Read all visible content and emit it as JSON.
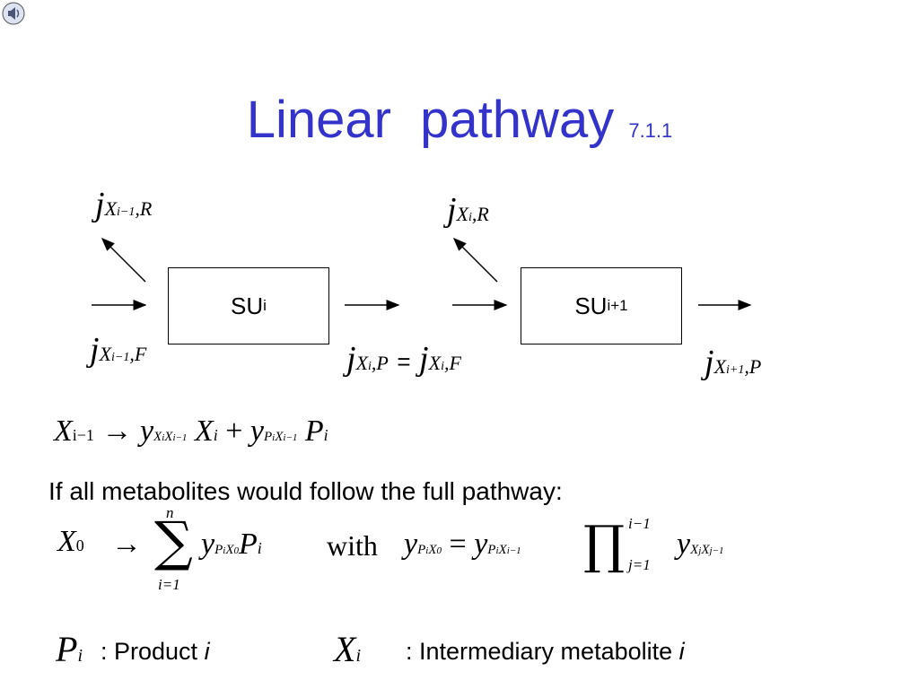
{
  "slide": {
    "title": "Linear  pathway",
    "title_number": "7.1.1",
    "speaker_icon": "speaker-icon",
    "box1": {
      "label": "SU",
      "sub": "i"
    },
    "box2": {
      "label": "SU",
      "sub": "i+1"
    },
    "flux_labels": {
      "j": "j",
      "top_left": {
        "main": "X",
        "sub_idx": "i−1",
        "tail": ",R"
      },
      "top_right": {
        "main": "X",
        "sub_idx": "i",
        "tail": ",R"
      },
      "bottom_left": {
        "main": "X",
        "sub_idx": "i−1",
        "tail": ",F"
      },
      "bottom_mid_left": {
        "main": "X",
        "sub_idx": "i",
        "tail": ",P"
      },
      "equals": "=",
      "bottom_mid_right": {
        "main": "X",
        "sub_idx": "i",
        "tail": ",F"
      },
      "bottom_right": {
        "main": "X",
        "sub_idx": "i+1",
        "tail": ",P"
      }
    },
    "reaction_eq": "X_{i−1} → y_{X_i X_{i−1}} X_i + y_{P_i X_{i−1}} P_i",
    "statement": "If all metabolites would follow the full pathway:",
    "full_eq": {
      "with_word": "with",
      "sum_top": "n",
      "sum_bottom": "i=1",
      "prod_top": "i−1",
      "prod_bottom": "j=1"
    },
    "legend": {
      "p_symbol": "P",
      "p_sub": "i",
      "p_text": ": Product ",
      "p_italic": "i",
      "x_symbol": "X",
      "x_sub": "i",
      "x_text": ": Intermediary metabolite ",
      "x_italic": "i"
    }
  }
}
